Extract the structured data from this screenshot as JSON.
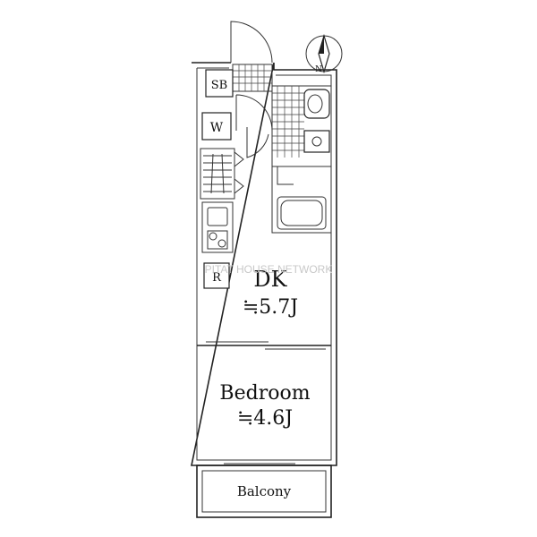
{
  "rooms": {
    "dk": {
      "name": "DK",
      "area": "≒5.7J"
    },
    "bedroom": {
      "name": "Bedroom",
      "area": "≒4.6J"
    },
    "balcony": {
      "name": "Balcony"
    }
  },
  "fixtures": {
    "shoe_box": "SB",
    "washer": "W",
    "refrigerator": "R"
  },
  "compass": {
    "north": "N"
  },
  "watermark": "PITAT HOUSE NETWORK"
}
